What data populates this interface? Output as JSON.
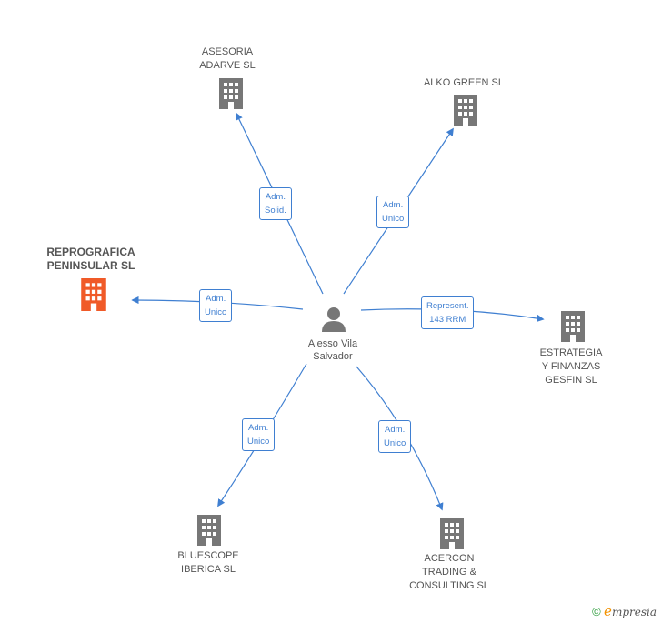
{
  "center": {
    "name": "Alesso Vila\nSalvador",
    "icon": "person-icon"
  },
  "nodes": [
    {
      "id": "asesoria",
      "name": "ASESORIA\nADARVE SL",
      "icon": "building-icon",
      "highlight": false
    },
    {
      "id": "alko",
      "name": "ALKO GREEN SL",
      "icon": "building-icon",
      "highlight": false
    },
    {
      "id": "reprografica",
      "name": "REPROGRAFICA\nPENINSULAR SL",
      "icon": "building-icon",
      "highlight": true
    },
    {
      "id": "estrategia",
      "name": "ESTRATEGIA\nY FINANZAS\nGESFIN SL",
      "icon": "building-icon",
      "highlight": false
    },
    {
      "id": "bluescope",
      "name": "BLUESCOPE\nIBERICA SL",
      "icon": "building-icon",
      "highlight": false
    },
    {
      "id": "acercon",
      "name": "ACERCON\nTRADING &\nCONSULTING  SL",
      "icon": "building-icon",
      "highlight": false
    }
  ],
  "edges": [
    {
      "to": "asesoria",
      "label": "Adm.\nSolid."
    },
    {
      "to": "alko",
      "label": "Adm.\nUnico"
    },
    {
      "to": "reprografica",
      "label": "Adm.\nUnico"
    },
    {
      "to": "estrategia",
      "label": "Represent.\n143 RRM"
    },
    {
      "to": "bluescope",
      "label": "Adm.\nUnico"
    },
    {
      "to": "acercon",
      "label": "Adm.\nUnico"
    }
  ],
  "footer": {
    "copyright": "©",
    "brand_e": "e",
    "brand_rest": "mpresia"
  },
  "colors": {
    "edge": "#3f7fd1",
    "building": "#777777",
    "building_highlight": "#f05a28",
    "person": "#777777"
  }
}
